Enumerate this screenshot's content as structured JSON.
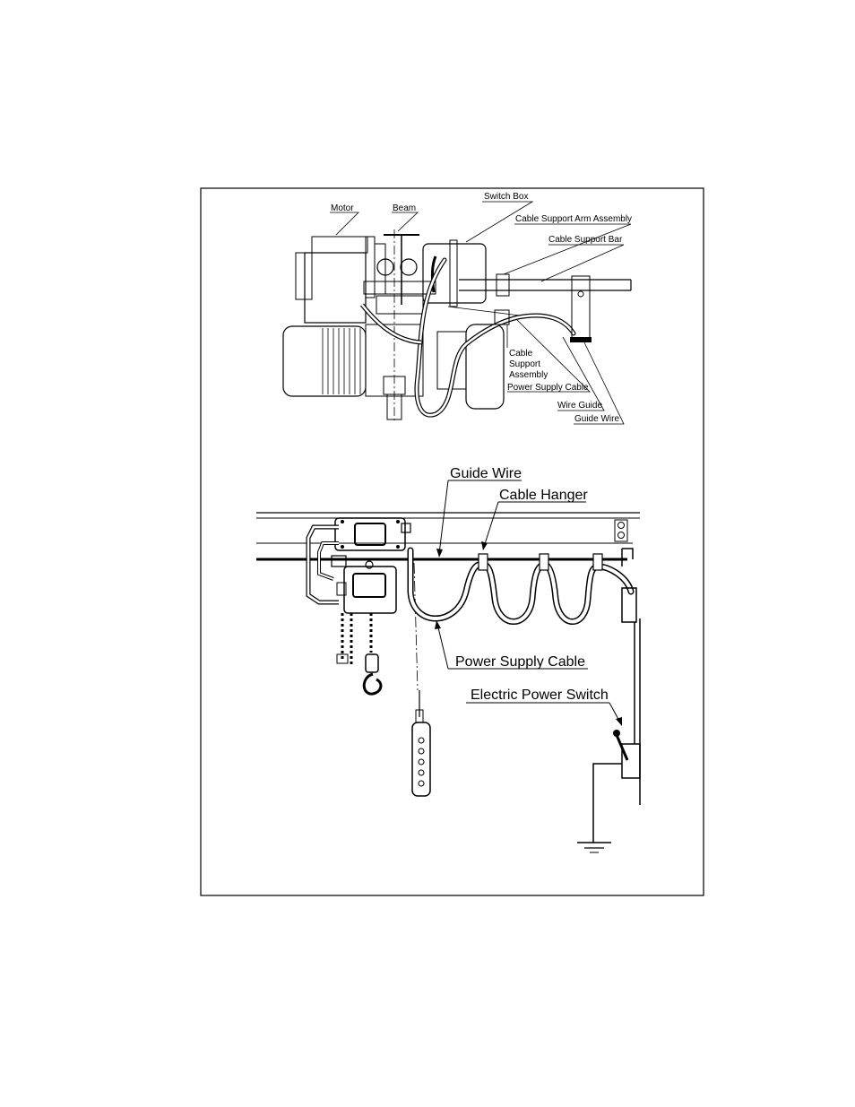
{
  "top_view": {
    "labels": {
      "motor": "Motor",
      "beam": "Beam",
      "switch_box": "Switch Box",
      "cable_support_arm_assembly": "Cable Support Arm Assembly",
      "cable_support_bar": "Cable Support Bar",
      "cable_support_assembly_line1": "Cable",
      "cable_support_assembly_line2": "Support",
      "cable_support_assembly_line3": "Assembly",
      "power_supply_cable": "Power Supply Cable",
      "wire_guide": "Wire Guide",
      "guide_wire": "Guide Wire"
    }
  },
  "side_view": {
    "labels": {
      "guide_wire": "Guide Wire",
      "cable_hanger": "Cable Hanger",
      "power_supply_cable": "Power Supply Cable",
      "electric_power_switch": "Electric Power Switch"
    }
  }
}
